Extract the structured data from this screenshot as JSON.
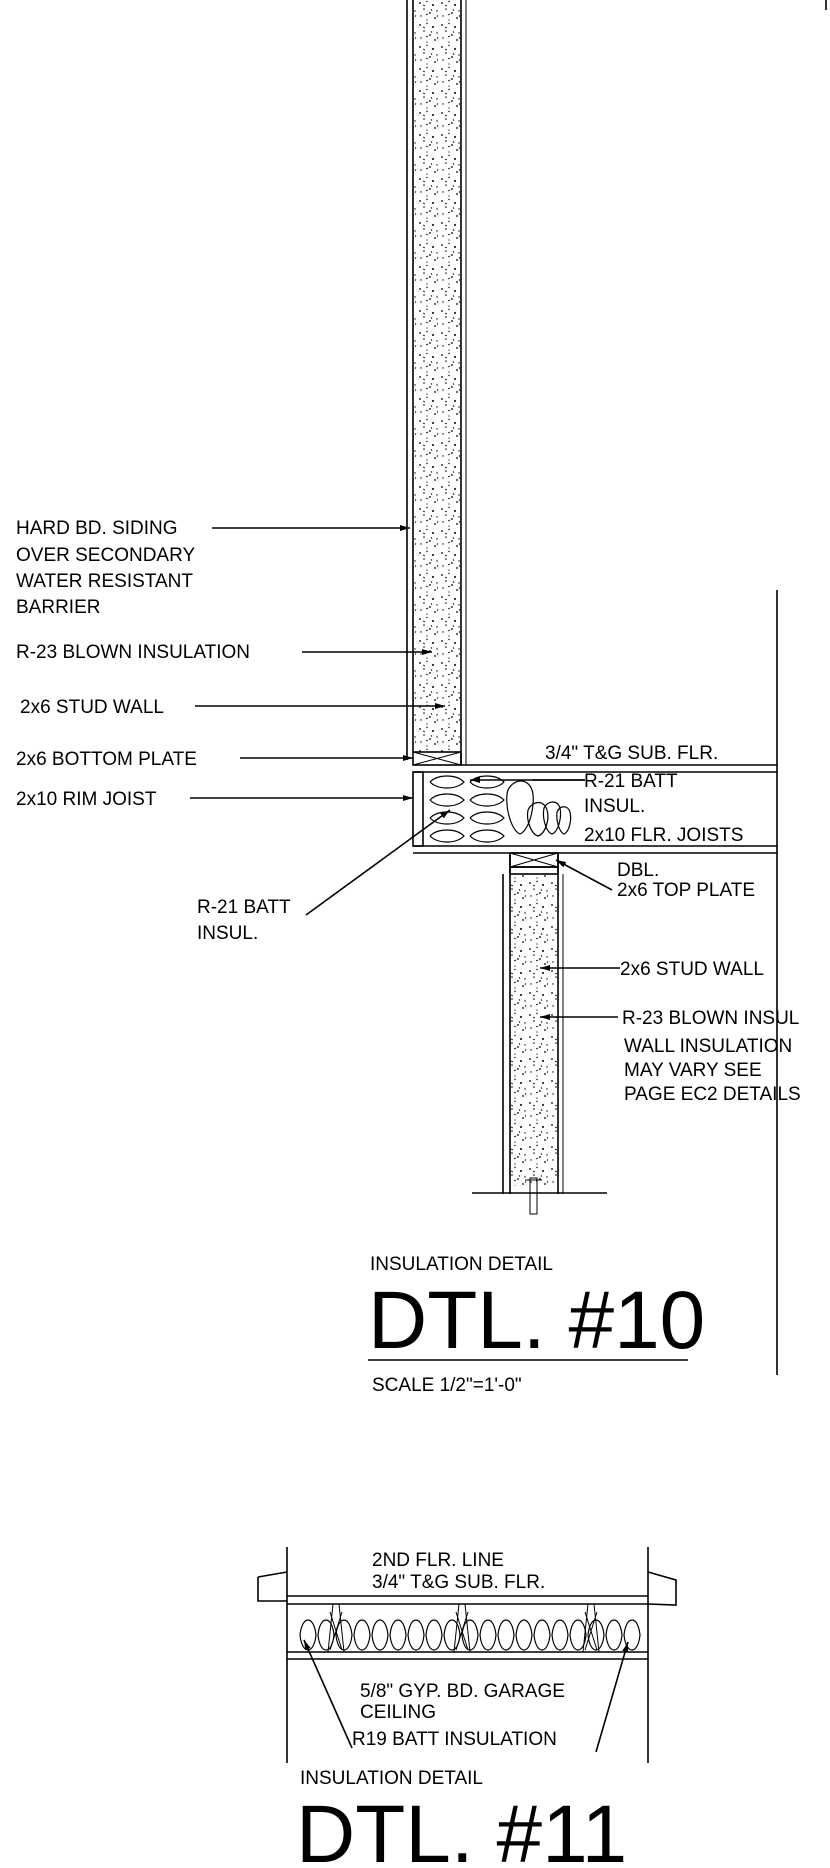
{
  "detail10": {
    "labels": {
      "siding": [
        "HARD BD. SIDING",
        "OVER SECONDARY",
        "WATER RESISTANT",
        "BARRIER"
      ],
      "blown_upper": "R-23 BLOWN INSULATION",
      "stud_upper": "2x6 STUD WALL",
      "bottom_plate": "2x6 BOTTOM PLATE",
      "rim_joist": "2x10 RIM JOIST",
      "rim_batt": [
        "R-21 BATT",
        "INSUL."
      ],
      "subfloor": "3/4\" T&G SUB. FLR.",
      "joist_batt": [
        "R-21 BATT",
        "INSUL."
      ],
      "floor_joists": "2x10 FLR. JOISTS",
      "top_plate": [
        "DBL.",
        "2x6 TOP PLATE"
      ],
      "stud_lower": "2x6 STUD WALL",
      "blown_lower": "R-23 BLOWN INSUL",
      "wall_note": [
        "WALL INSULATION",
        "MAY VARY SEE",
        "PAGE EC2 DETAILS"
      ]
    },
    "caption": "INSULATION DETAIL",
    "title": "DTL. #10",
    "scale": "SCALE 1/2\"=1'-0\""
  },
  "detail11": {
    "labels": {
      "floor_line": "2ND FLR. LINE",
      "subfloor": "3/4\" T&G SUB. FLR.",
      "gyp": [
        "5/8\" GYP. BD. GARAGE",
        "CEILING"
      ],
      "batt": "R19 BATT INSULATION"
    },
    "caption": "INSULATION DETAIL",
    "title": "DTL. #11"
  }
}
